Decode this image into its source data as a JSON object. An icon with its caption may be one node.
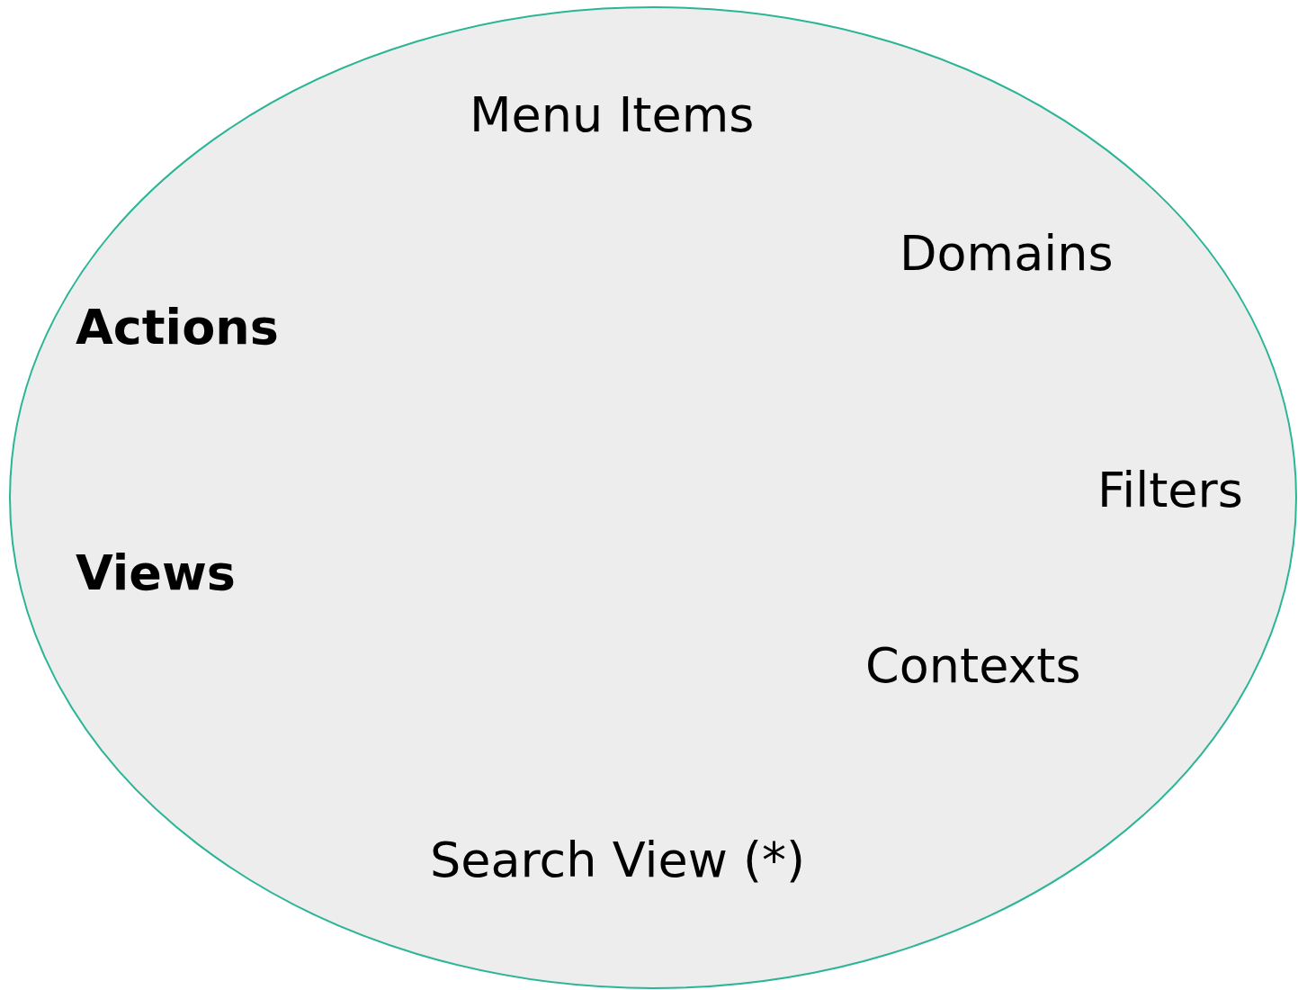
{
  "diagram": {
    "nodes": [
      {
        "text": [
          "Menu Items",
          "Domains",
          "Actions",
          "Filters",
          "Views",
          "Contexts",
          "Search View (*)"
        ]
      }
    ]
  }
}
